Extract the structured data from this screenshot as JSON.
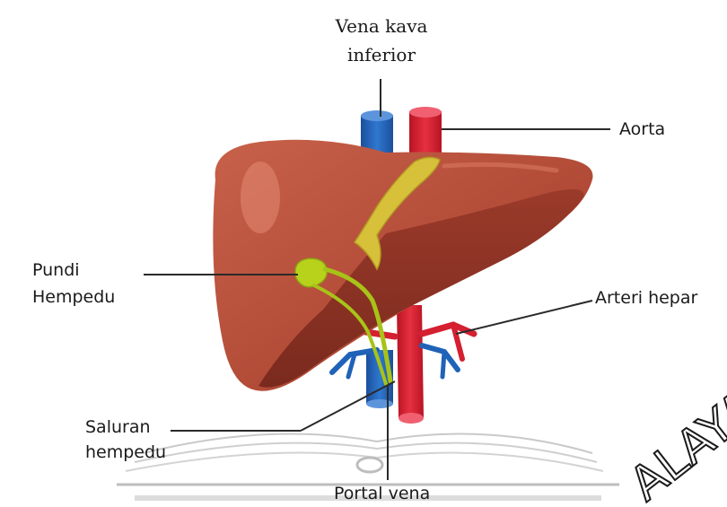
{
  "labels": {
    "vena_kava_line1": "Vena kava",
    "vena_kava_line2": "inferior",
    "aorta": "Aorta",
    "pundi_line1": "Pundi",
    "pundi_line2": "Hempedu",
    "arteri_hepar": "Arteri hepar",
    "saluran_line1": "Saluran",
    "saluran_line2": "hempedu",
    "portal_vena": "Portal vena"
  },
  "watermark_text": "ALAYA",
  "colors": {
    "liver": "#b7503c",
    "liver_dark": "#8e3325",
    "vein_blue": "#1f62b8",
    "artery_red": "#d42030",
    "gallbladder": "#b8d21c",
    "bile_duct": "#d7c03a"
  }
}
